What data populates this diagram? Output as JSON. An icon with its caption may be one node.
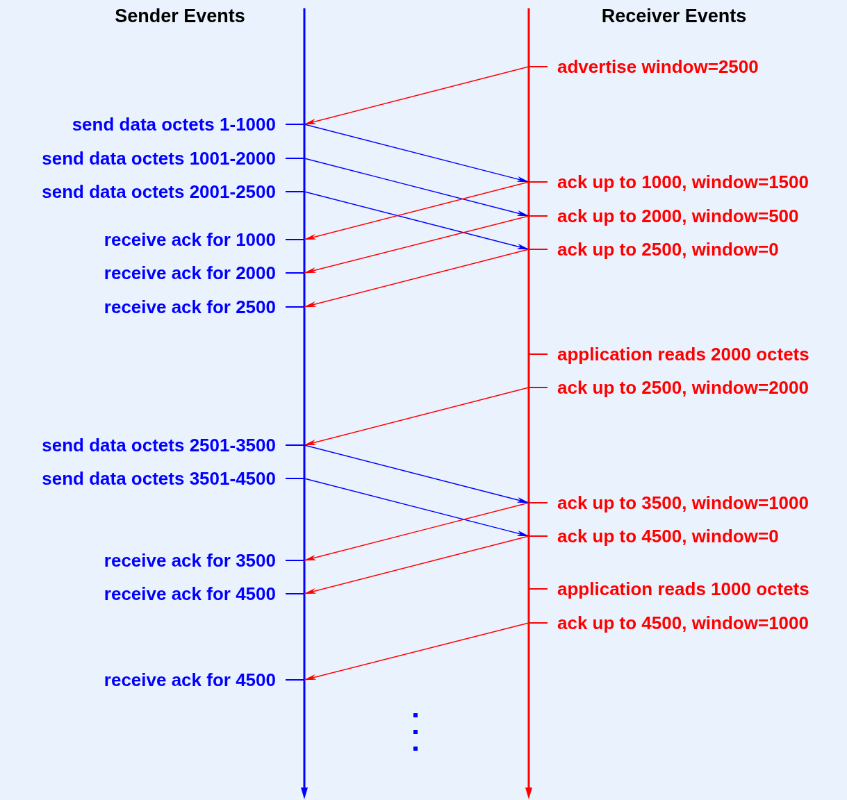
{
  "diagram": {
    "nodes": [
      {
        "text": [
          "send data octets 1-1000"
        ]
      },
      {
        "text": [
          "send data octets 1001-2000"
        ]
      },
      {
        "text": [
          "send data octets 2001-2500"
        ]
      },
      {
        "text": [
          "receive ack for 1000"
        ]
      },
      {
        "text": [
          "receive ack for 2000"
        ]
      },
      {
        "text": [
          "receive ack for 2500"
        ]
      },
      {
        "text": [
          "send data octets 2501-3500"
        ]
      },
      {
        "text": [
          "send data octets 3501-4500"
        ]
      },
      {
        "text": [
          "receive ack for 3500"
        ]
      },
      {
        "text": [
          "receive ack for 4500"
        ]
      },
      {
        "text": [
          "receive ack for 4500"
        ]
      },
      {
        "text": [
          "advertise window=2500"
        ]
      },
      {
        "text": [
          "ack up to 1000, window=1500"
        ]
      },
      {
        "text": [
          "ack up to 2000, window=500"
        ]
      },
      {
        "text": [
          "ack up to 2500, window=0"
        ]
      },
      {
        "text": [
          "application reads 2000 octets"
        ]
      },
      {
        "text": [
          "ack up to 2500, window=2000"
        ]
      },
      {
        "text": [
          "ack up to 3500, window=1000"
        ]
      },
      {
        "text": [
          "ack up to 4500, window=0"
        ]
      },
      {
        "text": [
          "application reads 1000 octets"
        ]
      },
      {
        "text": [
          "ack up to 4500, window=1000"
        ]
      }
    ],
    "edges": [
      {
        "from": 11,
        "to": 0,
        "arrow": "to"
      },
      {
        "from": 0,
        "to": 12,
        "arrow": "to",
        "color": "#0000ff"
      },
      {
        "from": 1,
        "to": 13,
        "arrow": "to",
        "color": "#0000ff"
      },
      {
        "from": 2,
        "to": 14,
        "arrow": "to",
        "color": "#0000ff"
      },
      {
        "from": 12,
        "to": 3,
        "arrow": "to"
      },
      {
        "from": 13,
        "to": 4,
        "arrow": "to"
      },
      {
        "from": 14,
        "to": 5,
        "arrow": "to"
      },
      {
        "from": 16,
        "to": 6,
        "arrow": "to"
      },
      {
        "from": 6,
        "to": 17,
        "arrow": "to",
        "color": "#0000ff"
      },
      {
        "from": 7,
        "to": 18,
        "arrow": "to",
        "color": "#0000ff"
      },
      {
        "from": 17,
        "to": 8,
        "arrow": "to"
      },
      {
        "from": 18,
        "to": 9,
        "arrow": "to"
      },
      {
        "from": 20,
        "to": 10,
        "arrow": "to"
      }
    ],
    "labels": [
      "Sender Events",
      "Receiver Events"
    ]
  }
}
